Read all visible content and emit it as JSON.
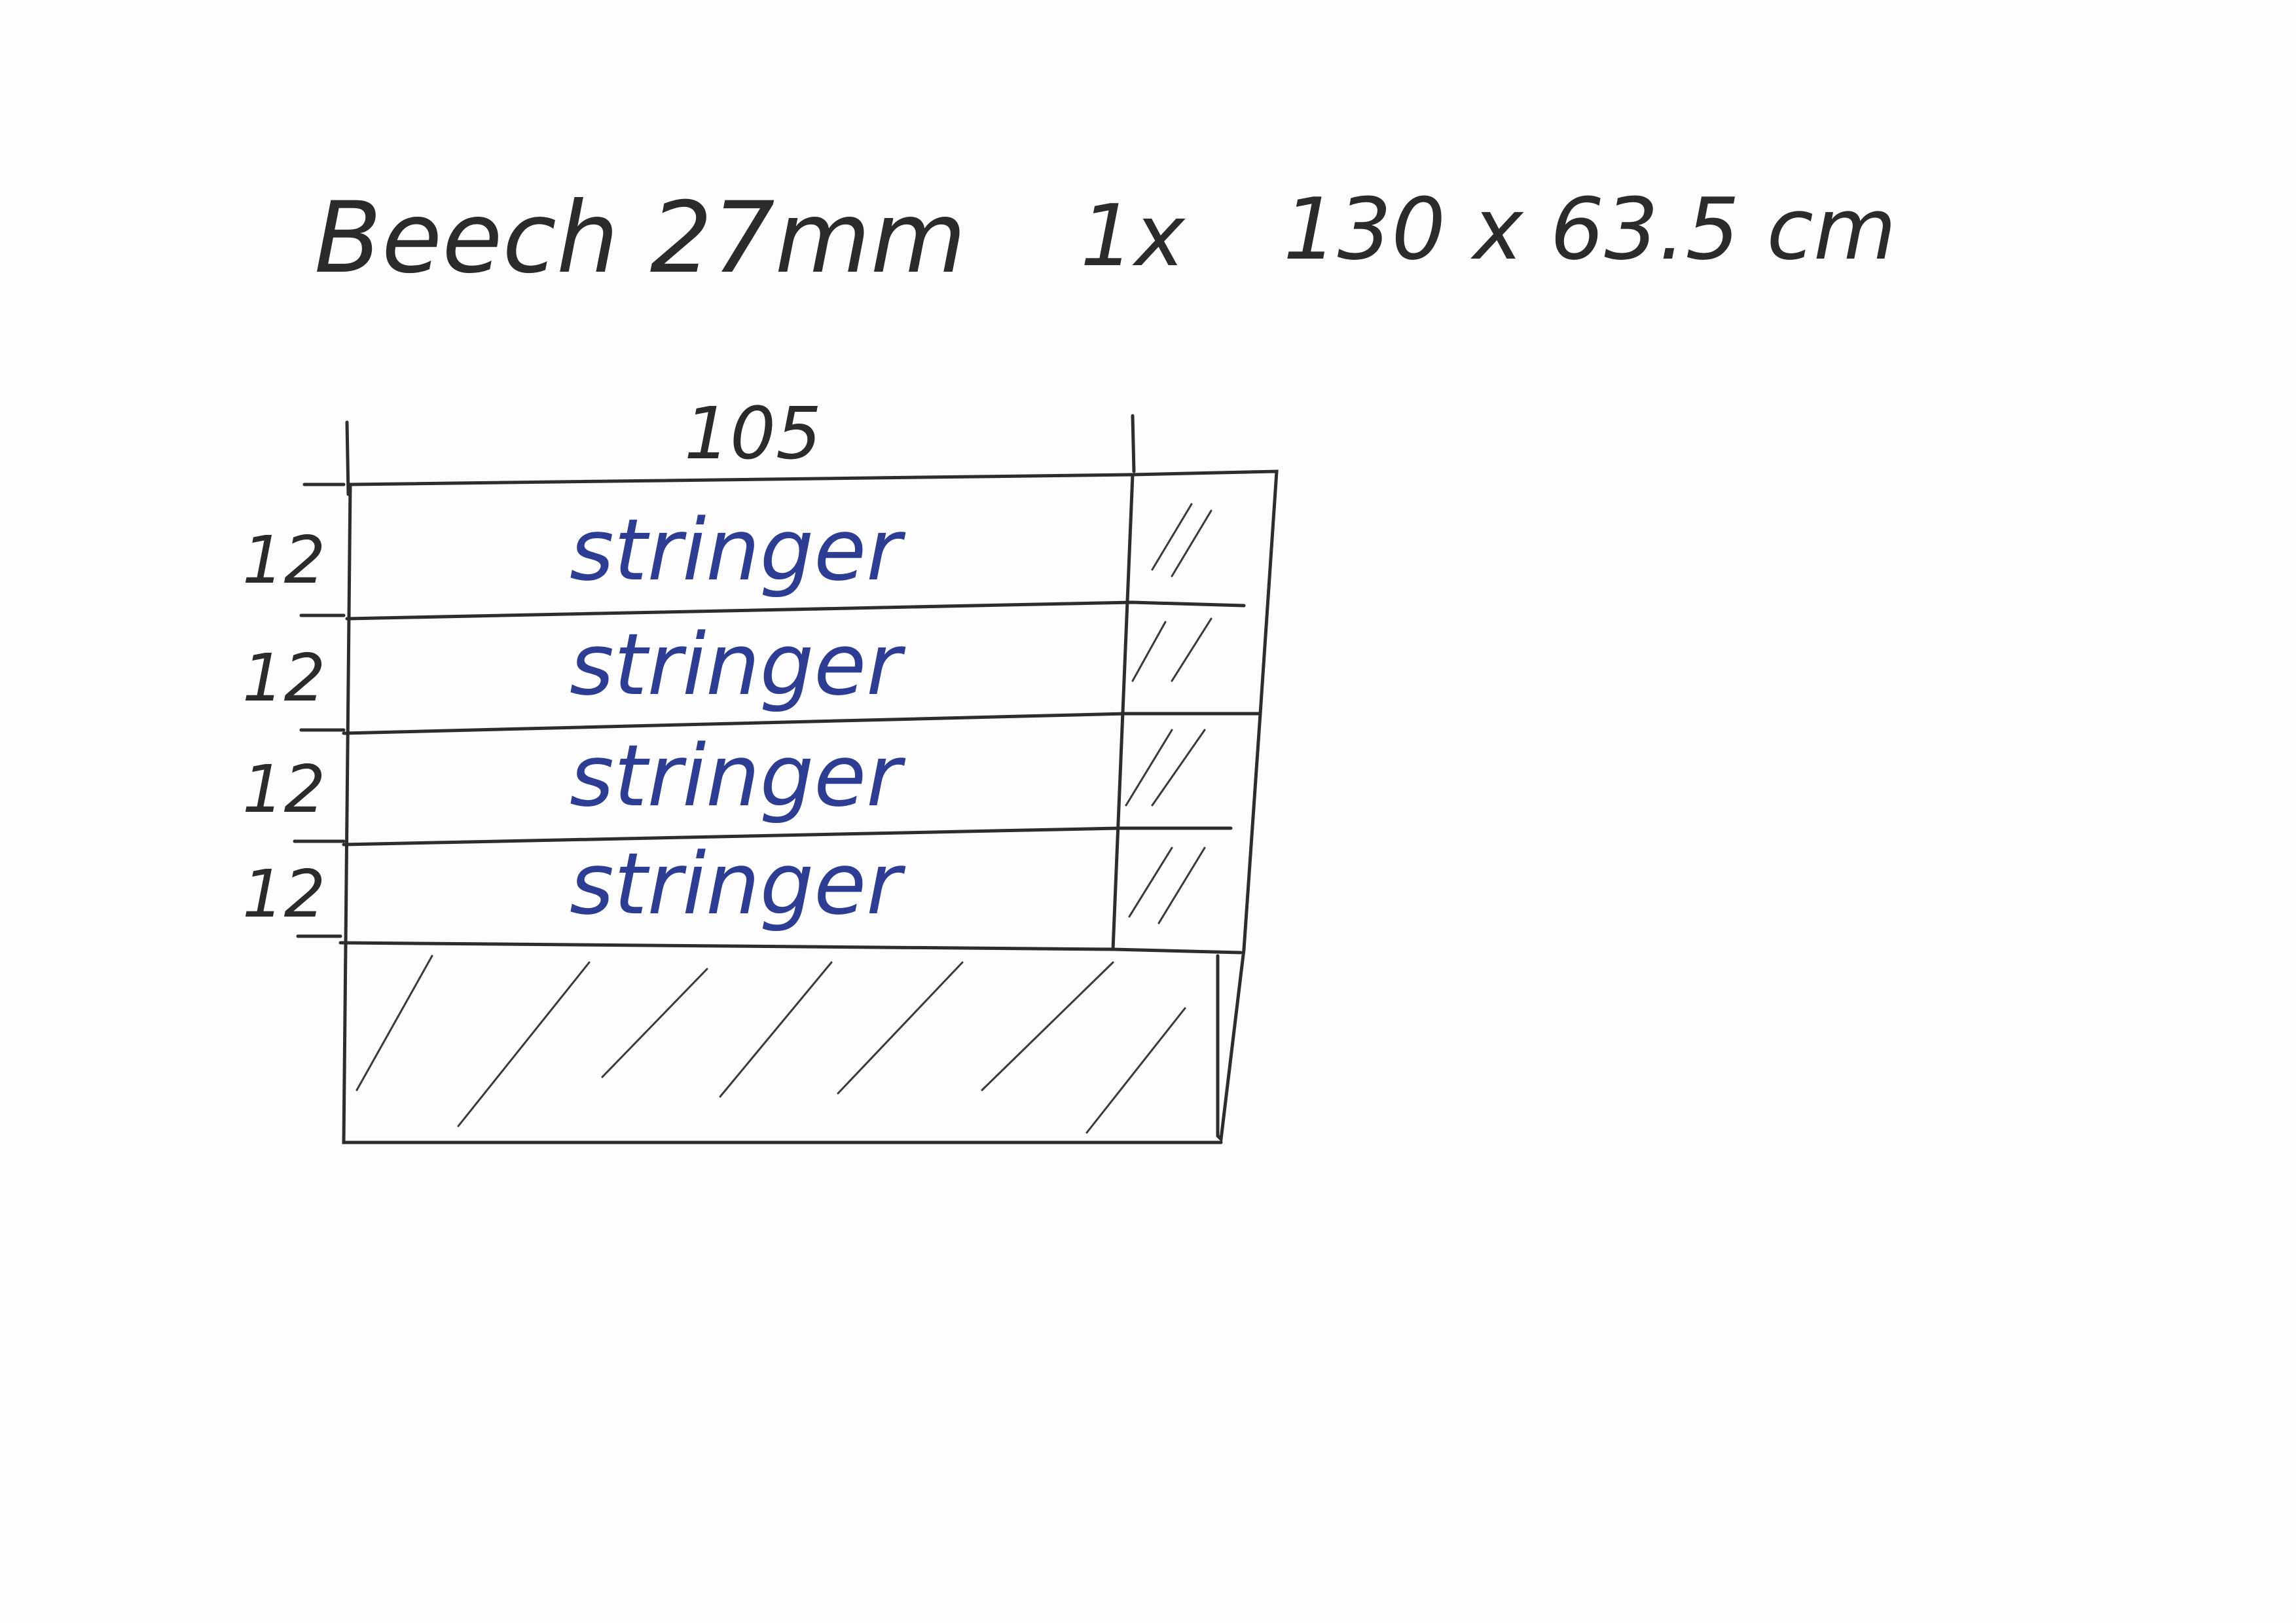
{
  "header": {
    "material": "Beech 27mm",
    "quantity": "1x",
    "dimensions": "130 x 63.5 cm"
  },
  "diagram": {
    "width_label": "105",
    "rows": [
      {
        "height_label": "12",
        "label": "stringer"
      },
      {
        "height_label": "12",
        "label": "stringer"
      },
      {
        "height_label": "12",
        "label": "stringer"
      },
      {
        "height_label": "12",
        "label": "stringer"
      }
    ]
  },
  "colors": {
    "pencil": "#2b2b2b",
    "blue_ink": "#2c3d93",
    "paper": "#fdfdfd"
  }
}
